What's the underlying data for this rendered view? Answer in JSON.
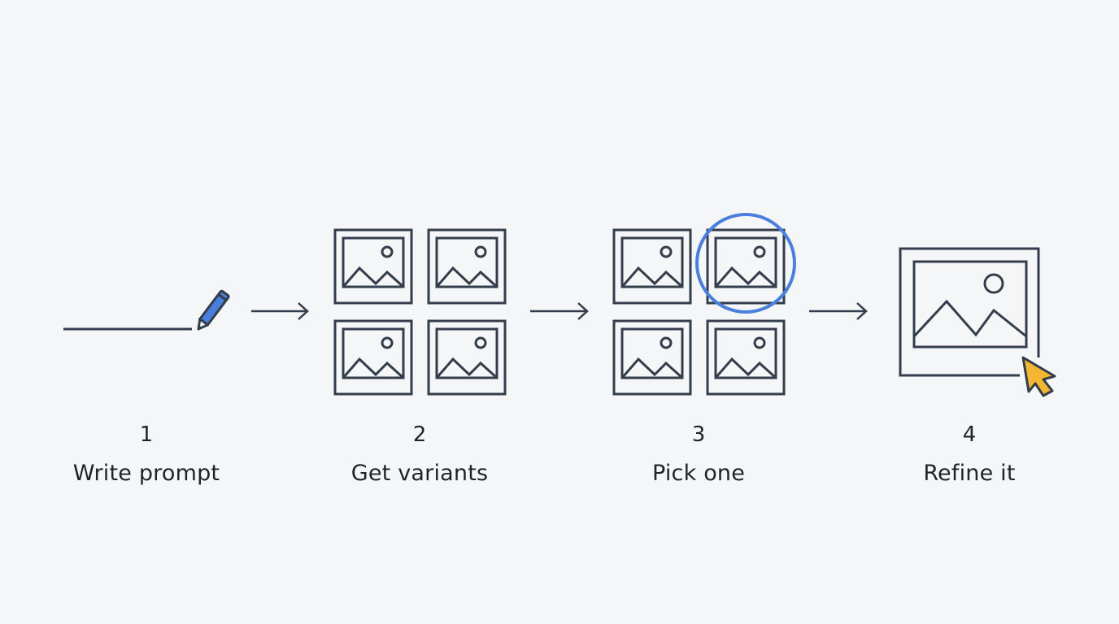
{
  "colors": {
    "background": "#f5f6f8",
    "stroke": "#333d4b",
    "accent_blue": "#4a7fdb",
    "accent_yellow": "#f4b731",
    "text": "#1f2329"
  },
  "steps": [
    {
      "number": "1",
      "title": "Write prompt",
      "icon": "pencil-icon"
    },
    {
      "number": "2",
      "title": "Get variants",
      "icon": "image-grid-icon"
    },
    {
      "number": "3",
      "title": "Pick one",
      "icon": "image-grid-selected-icon"
    },
    {
      "number": "4",
      "title": "Refine it",
      "icon": "cursor-pointer-icon"
    }
  ]
}
